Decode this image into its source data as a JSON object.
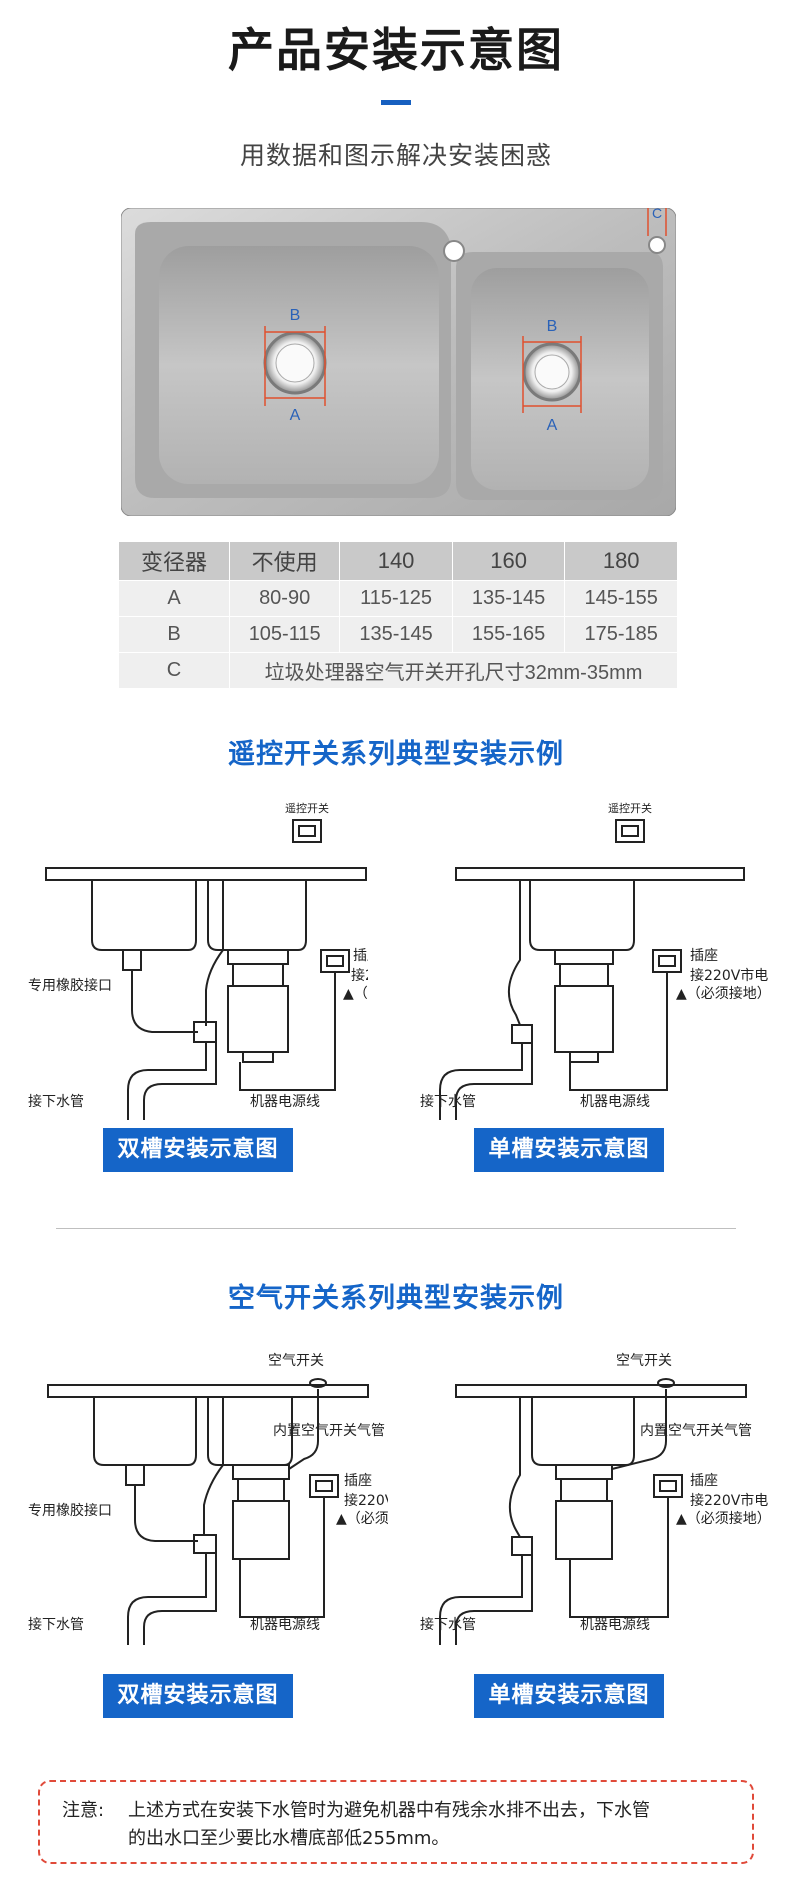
{
  "header": {
    "title": "产品安装示意图",
    "subtitle": "用数据和图示解决安装困惑"
  },
  "sink_labels": {
    "a": "A",
    "b": "B",
    "c": "C"
  },
  "spec_table": {
    "headers": [
      "变径器",
      "不使用",
      "140",
      "160",
      "180"
    ],
    "rows": [
      [
        "A",
        "80-90",
        "115-125",
        "135-145",
        "145-155"
      ],
      [
        "B",
        "105-115",
        "135-145",
        "155-165",
        "175-185"
      ]
    ],
    "row_c_label": "C",
    "row_c_text": "垃圾处理器空气开关开孔尺寸32mm-35mm"
  },
  "section_remote": {
    "title": "遥控开关系列典型安装示例",
    "switch_label": "遥控开关",
    "socket_label": "插座",
    "power_line1": "接220V市电",
    "power_line2": "▲（必须接地）",
    "rubber_joint": "专用橡胶接口",
    "drain_label": "接下水管",
    "power_cord": "机器电源线",
    "caption_double": "双槽安装示意图",
    "caption_single": "单槽安装示意图"
  },
  "section_air": {
    "title": "空气开关系列典型安装示例",
    "switch_label": "空气开关",
    "air_tube": "内置空气开关气管",
    "socket_label": "插座",
    "power_line1": "接220V市电",
    "power_line2": "▲（必须接地）",
    "rubber_joint": "专用橡胶接口",
    "drain_label": "接下水管",
    "power_cord": "机器电源线",
    "caption_double": "双槽安装示意图",
    "caption_single": "单槽安装示意图"
  },
  "note": {
    "label": "注意:",
    "line1": "上述方式在安装下水管时为避免机器中有残余水排不出去，下水管",
    "line2": "的出水口至少要比水槽底部低255mm。"
  },
  "colors": {
    "accent_blue": "#1565c8",
    "dim_red": "#e0502e",
    "dim_blue": "#2a62b8",
    "note_border": "#e04a3a"
  }
}
